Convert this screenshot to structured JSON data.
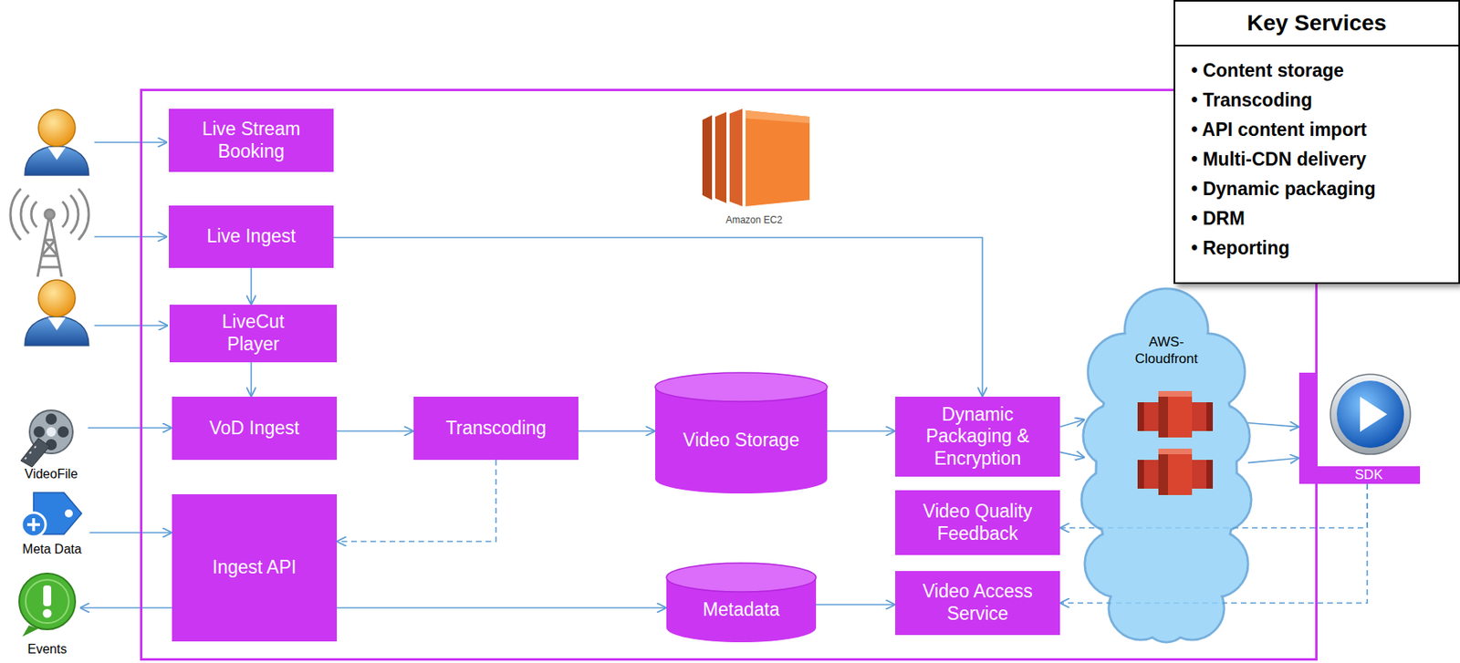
{
  "diagram": {
    "nodes": [
      {
        "text": [
          "Amazon EC2"
        ]
      },
      {
        "text": [
          "Live Stream Booking"
        ],
        "in": 0
      },
      {
        "text": [
          "Live Ingest"
        ],
        "in": 0
      },
      {
        "text": [
          "LiveCut Player"
        ],
        "in": 0
      },
      {
        "text": [
          "VoD Ingest"
        ],
        "in": 0
      },
      {
        "text": [
          "Transcoding"
        ],
        "in": 0
      },
      {
        "text": [
          "Video Storage"
        ],
        "in": 0
      },
      {
        "text": [
          "Dynamic Packaging & Encryption"
        ],
        "in": 0
      },
      {
        "text": [
          "Video Quality Feedback"
        ],
        "in": 0
      },
      {
        "text": [
          "Ingest API"
        ],
        "in": 0
      },
      {
        "text": [
          "Metadata"
        ],
        "in": 0
      },
      {
        "text": [
          "Video Access Service"
        ],
        "in": 0
      },
      {
        "text": [
          "AWS-Cloudfront"
        ],
        "in": 0
      },
      {
        "text": [
          "SDK"
        ]
      },
      {
        "text": [
          "Key Services",
          "• Content storage",
          "• Transcoding",
          "• API content import",
          "• Multi-CDN delivery",
          "• Dynamic packaging",
          "• DRM",
          "• Reporting"
        ]
      },
      {
        "text": [
          "VideoFile"
        ]
      },
      {
        "text": [
          "Meta Data"
        ]
      },
      {
        "text": [
          "Events"
        ]
      }
    ],
    "edges": [
      {
        "from": 15,
        "to": 4,
        "arrow": "to"
      },
      {
        "from": 16,
        "to": 9,
        "arrow": "to"
      },
      {
        "from": 9,
        "to": 17,
        "arrow": "to"
      },
      {
        "from": 2,
        "to": 3,
        "arrow": "to"
      },
      {
        "from": 3,
        "to": 4,
        "arrow": "to"
      },
      {
        "from": 2,
        "to": 7,
        "arrow": "to"
      },
      {
        "from": 4,
        "to": 5,
        "arrow": "to"
      },
      {
        "from": 5,
        "to": 6,
        "arrow": "to"
      },
      {
        "from": 6,
        "to": 7,
        "arrow": "to"
      },
      {
        "from": 5,
        "to": 9,
        "arrow": "to"
      },
      {
        "from": 9,
        "to": 10,
        "arrow": "to"
      },
      {
        "from": 10,
        "to": 11,
        "arrow": "to"
      },
      {
        "from": 7,
        "to": 12,
        "arrow": "to"
      },
      {
        "from": 7,
        "to": 12,
        "arrow": "to"
      },
      {
        "from": 12,
        "to": 13,
        "arrow": "to"
      },
      {
        "from": 12,
        "to": 13,
        "arrow": "to"
      },
      {
        "from": 13,
        "to": 8,
        "arrow": "to"
      },
      {
        "from": 13,
        "to": 11,
        "arrow": "to"
      }
    ]
  }
}
